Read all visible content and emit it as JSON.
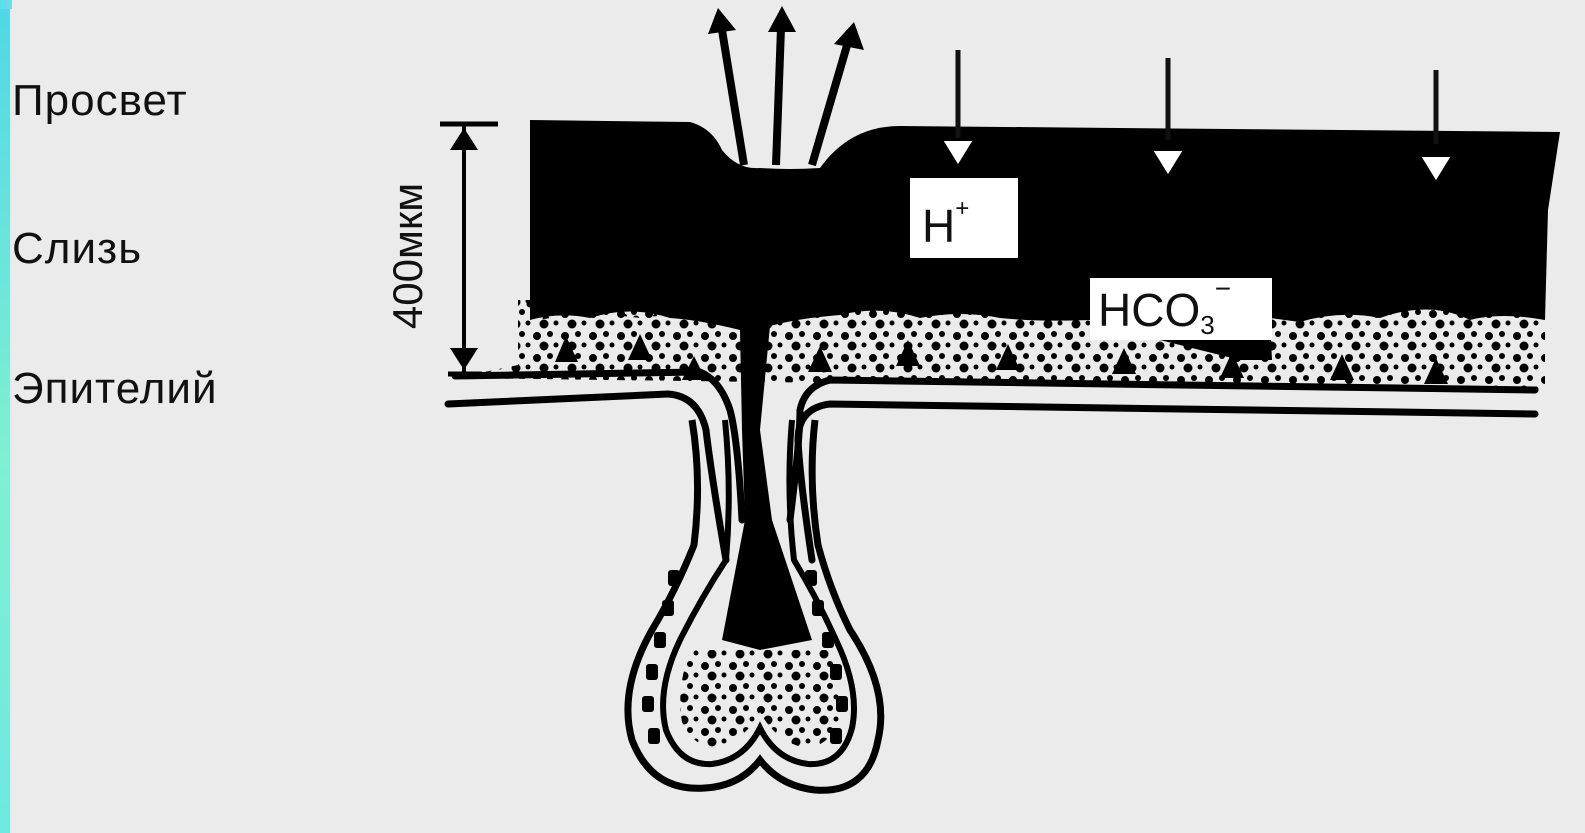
{
  "labels": {
    "lumen": "Просвет",
    "mucus": "Слизь",
    "epithelium": "Эпителий",
    "thickness": "400мкм",
    "hydrogen": "H",
    "hydrogen_charge": "+",
    "bicarbonate": "HCO",
    "bicarbonate_subscript": "3",
    "bicarbonate_charge": "−"
  },
  "colors": {
    "mucus": "#000000",
    "background": "#ebebeb",
    "accent": "#4fd7e6"
  }
}
